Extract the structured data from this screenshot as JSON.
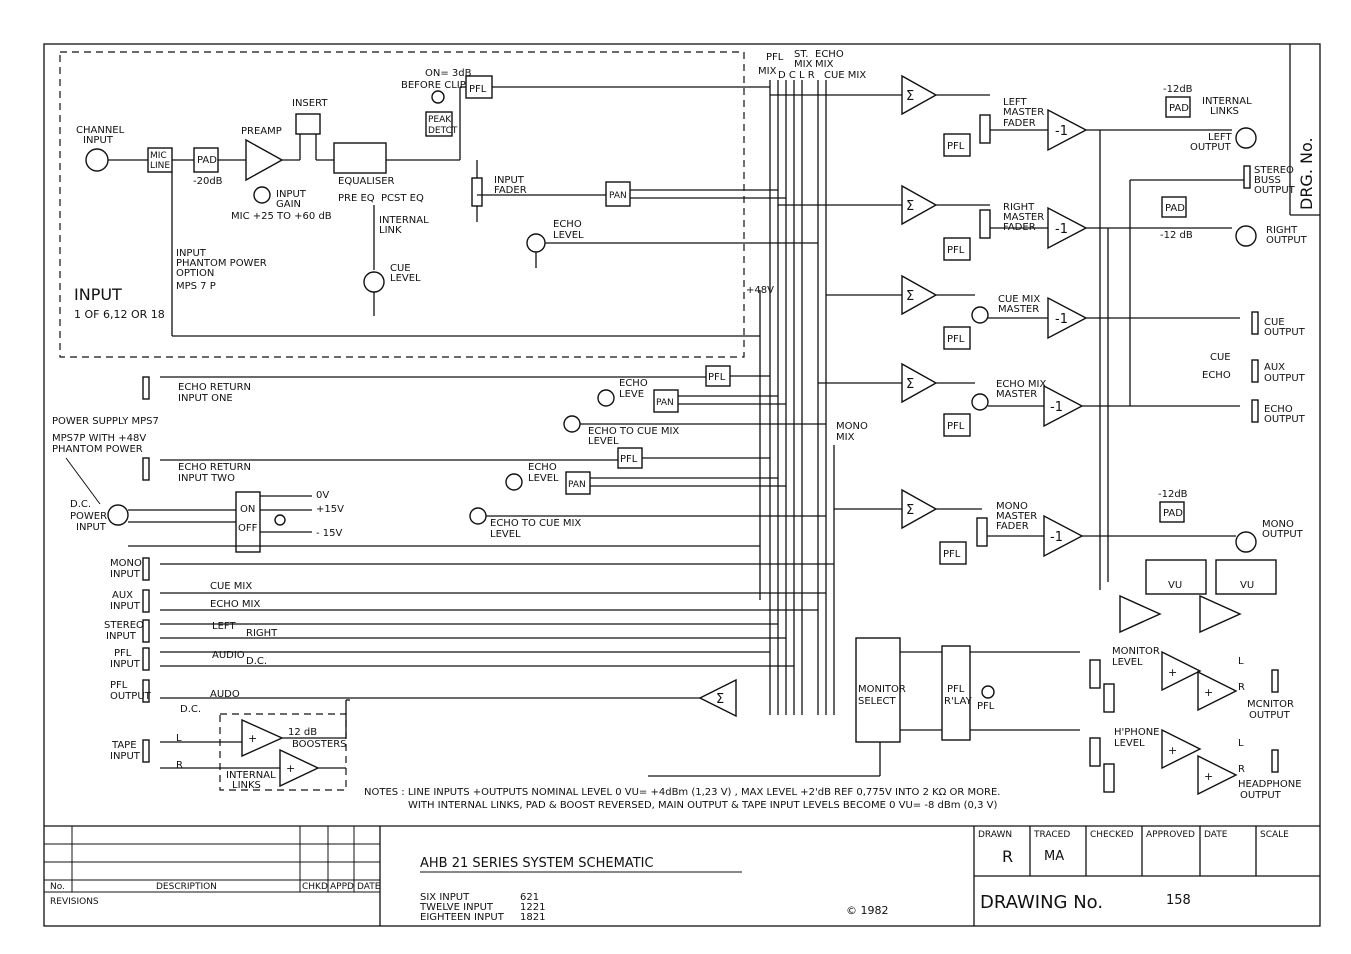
{
  "labels": {
    "pfl_mix": "PFL\nMIX",
    "pfl": "PFL",
    "mix": "MIX",
    "st_mix": "ST.",
    "st_mix2": "MIX",
    "echo_mix": "ECHO",
    "echo_mix2": "MIX",
    "dcl_r": "D C L  R",
    "cue_mix": "CUE MIX",
    "on_3db": "ON= 3dB",
    "before_clip": "BEFORE  CLIP",
    "insert": "INSERT",
    "channel": "CHANNEL",
    "input": "INPUT",
    "mic": "MIC",
    "line": "LINE",
    "pad": "PAD",
    "minus20db": "-20dB",
    "preamp": "PREAMP",
    "input_gain_1": "INPUT",
    "input_gain_2": "GAIN",
    "mic_range": "MIC  +25  TO +60 dB",
    "equaliser": "EQUALISER",
    "pre_eq": "PRE EQ",
    "post_eq": "PCST EQ",
    "internal": "INTERNAL",
    "link": "LINK",
    "cue_level_1": "CUE",
    "cue_level_2": "LEVEL",
    "peak": "PEAK",
    "detect": "DETCT",
    "input_fader_1": "INPUT",
    "input_fader_2": "FADER",
    "pan": "PAN",
    "echo_level_1": "ECHO",
    "echo_level_2": "LEVEL",
    "phantom_1": "INPUT",
    "phantom_2": "PHANTOM POWER",
    "phantom_3": "OPTION",
    "phantom_4": "MPS 7 P",
    "input_title": "INPUT",
    "input_count": "1  OF 6,12 OR 18",
    "plus48v": "+48V",
    "sigma": "Σ",
    "minus1": "-1",
    "left_master_1": "LEFT",
    "left_master_2": "MASTER",
    "left_master_3": "FADER",
    "right_master_1": "RIGHT",
    "right_master_2": "MASTER",
    "right_master_3": "FADER",
    "cue_mix_master_1": "CUE MIX",
    "cue_mix_master_2": "MASTER",
    "echo_mix_master_1": "ECHO MIX",
    "echo_mix_master_2": "MASTER",
    "mono_master_1": "MONO",
    "mono_master_2": "MASTER",
    "mono_master_3": "FADER",
    "mono_mix_1": "MONO",
    "mono_mix_2": "MIX",
    "minus12db": "-12dB",
    "minus12db_b": "-12 dB",
    "internal_links_1": "INTERNAL",
    "internal_links_2": "LINKS",
    "left_output_1": "LEFT",
    "left_output_2": "OUTPUT",
    "stereo_buss_1": "STEREO",
    "stereo_buss_2": "BUSS",
    "stereo_buss_3": "OUTPUT",
    "right_output_1": "RIGHT",
    "right_output_2": "OUTPUT",
    "cue_output_1": "CUE",
    "cue_output_2": "OUTPUT",
    "cue_tag": "CUE",
    "echo_tag": "ECHO",
    "aux_output_1": "AUX",
    "aux_output_2": "OUTPUT",
    "echo_output_1": "ECHO",
    "echo_output_2": "OUTPUT",
    "mono_output_1": "MONO",
    "mono_output_2": "OUTPUT",
    "echo_return_1a": "ECHO RETURN",
    "echo_return_1b": "INPUT  ONE",
    "echo_return_2a": "ECHO RETURN",
    "echo_return_2b": "INPUT  TWO",
    "echo_leve": "ECHO",
    "echo_leve2": "LEVE",
    "echo_to_cue_1": "ECHO  TO CUE MIX",
    "echo_to_cue_2": "LEVEL",
    "echo_to_cue_3": "ECHO   TO  CUE MIX",
    "power_supply": "POWER SUPPLY  MPS7",
    "mps7p_1": "MPS7P WITH  +48V",
    "mps7p_2": "PHANTOM POWER",
    "dc_1": "D.C.",
    "dc_2": "POWER",
    "dc_3": "INPUT",
    "on": "ON",
    "off": "OFF",
    "v0": "0V",
    "v15p": "+15V",
    "v15n": "- 15V",
    "mono_input_1": "MONO",
    "mono_input_2": "INPUT",
    "aux_input_1": "AUX",
    "aux_input_2": "INPUT",
    "cue_mix_in": "CUE  MIX",
    "echo_mix_in": "ECHO  MIX",
    "stereo_input_1": "STEREO",
    "stereo_input_2": "INPUT",
    "left_in": "LEFT",
    "right_in": "RIGHT",
    "pfl_input_1": "PFL",
    "pfl_input_2": "INPUT",
    "audio": "AUDIO",
    "dc_short": "D.C.",
    "pfl_output_1": "PFL",
    "pfl_output_2": "OUTPUT",
    "audo": "AUDO",
    "dc_b": "D.C.",
    "tape_input_1": "TAPE",
    "tape_input_2": "INPUT",
    "boosters_1": "12 dB",
    "boosters_2": "BOOSTERS",
    "internal_links_b1": "INTERNAL",
    "internal_links_b2": "LINKS",
    "monitor_select_1": "MONITOR",
    "monitor_select_2": "SELECT",
    "pfl_rlay_1": "PFL",
    "pfl_rlay_2": "R'LAY",
    "pfl_lamp": "PFL",
    "vu": "VU",
    "monitor_level_1": "MONITOR",
    "monitor_level_2": "LEVEL",
    "hphone_level_1": "H'PHONE",
    "hphone_level_2": "LEVEL",
    "monitor_output_1": "MCNITOR",
    "monitor_output_2": "OUTPUT",
    "headphone_output_1": "HEADPHONE",
    "headphone_output_2": "OUTPUT",
    "l": "L",
    "r": "R",
    "plus": "+",
    "minus": "-",
    "drg_no": "DRG. No."
  },
  "notes": {
    "line1": "NOTES :  LINE INPUTS +OUTPUTS  NOMINAL LEVEL  0 VU= +4dBm (1,23 V) , MAX  LEVEL +2'dB    REF 0,775V  INTO   2 KΩ  OR  MORE.",
    "line2": "WITH INTERNAL  LINKS, PAD & BOOST  REVERSED,  MAIN OUTPUT  & TAPE INPUT LEVELS   BECOME  0 VU= -8 dBm  (0,3 V)"
  },
  "title_block": {
    "revisions_no": "No.",
    "revisions_description": "DESCRIPTION",
    "revisions_chkd": "CHKD",
    "revisions_appd": "APPD",
    "revisions_date": "DATE",
    "revisions_label": "REVISIONS",
    "title": "AHB    21  SERIES    SYSTEM  SCHEMATIC",
    "six_input": "SIX   INPUT",
    "six_code": "621",
    "twelve_input": "TWELVE  INPUT",
    "twelve_code": "1221",
    "eighteen_input": "EIGHTEEN INPUT",
    "eighteen_code": "1821",
    "copyright": "© 1982",
    "drawn": "DRAWN",
    "traced": "TRACED",
    "checked": "CHECKED",
    "approved": "APPROVED",
    "date": "DATE",
    "scale": "SCALE",
    "drawn_by": "R",
    "traced_by": "MA",
    "drawing_no_label": "DRAWING No.",
    "drawing_no": "158"
  }
}
